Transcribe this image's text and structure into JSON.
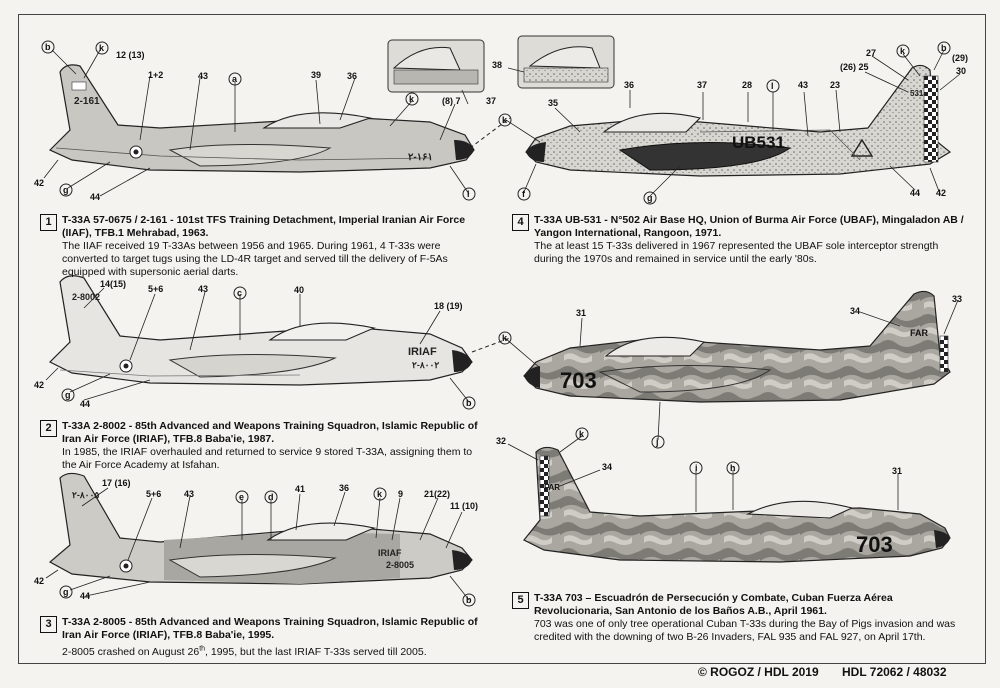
{
  "captions": [
    {
      "num": "1",
      "title": "T-33A 57-0675 / 2-161 - 101st TFS Training Detachment, Imperial Iranian Air Force (IIAF), TFB.1 Mehrabad, 1963.",
      "body": "The IIAF received 19 T-33As between 1956 and 1965. During 1961, 4 T-33s were converted to target tugs using the LD-4R target and served till the delivery of F-5As equipped with supersonic aerial darts."
    },
    {
      "num": "2",
      "title": "T-33A 2-8002 - 85th Advanced and Weapons Training Squadron, Islamic Republic of Iran Air Force (IRIAF), TFB.8 Baba'ie, 1987.",
      "body": "In 1985, the IRIAF overhauled and returned to service 9 stored T-33A, assigning them to the Air Force Academy at Isfahan."
    },
    {
      "num": "3",
      "title": "T-33A 2-8005 - 85th Advanced and Weapons Training Squadron, Islamic Republic of Iran Air Force (IRIAF), TFB.8 Baba'ie, 1995.",
      "body_pre": "2-8005 crashed on August 26",
      "body_sup": "th",
      "body_post": ", 1995, but the last IRIAF T-33s served till 2005."
    },
    {
      "num": "4",
      "title": "T-33A UB-531 - N°502 Air Base HQ, Union of Burma Air Force (UBAF), Mingaladon AB / Yangon International, Rangoon, 1971.",
      "body": "The at least 15 T-33s delivered in 1967 represented the UBAF sole interceptor strength during the 1970s and remained in service until the early '80s."
    },
    {
      "num": "5",
      "title": "T-33A 703 – Escuadrón de Persecución y Combate, Cuban Fuerza Aérea Revolucionaria, San Antonio de los Baños A.B., April 1961.",
      "body": "703 was one of only tree operational Cuban T-33s during the Bay of Pigs invasion and was credited with the downing of two B-26 Invaders, FAL 935 and FAL 927, on April 17th."
    }
  ],
  "footer": {
    "copyright": "© ROGOZ / HDL 2019",
    "code": "HDL 72062 / 48032"
  },
  "markings": {
    "p1_tail": "2-161",
    "p1_nose": "۲-۱۶۱",
    "p2_tail": "2-8002",
    "p2_nose1": "IRIAF",
    "p2_nose2": "۲-۸۰۰۲",
    "p3_tail": "۲-۸۰۰۵",
    "p3_nose1": "IRIAF",
    "p3_nose2": "2-8005",
    "p4_fuse": "UB531",
    "p4_tail": "531",
    "p5a_nose": "703",
    "p5a_tail": "FAR",
    "p5b_nose": "703",
    "p5b_tail": "FAR"
  },
  "callouts": {
    "p1": [
      "b",
      "k",
      "12 (13)",
      "1+2",
      "43",
      "a",
      "39",
      "36",
      "k",
      "(8) 7",
      "42",
      "g",
      "44",
      "l"
    ],
    "p2": [
      "14(15)",
      "5+6",
      "43",
      "c",
      "40",
      "18 (19)",
      "42",
      "g",
      "44",
      "b"
    ],
    "p3": [
      "17 (16)",
      "5+6",
      "43",
      "e",
      "d",
      "41",
      "36",
      "k",
      "9",
      "21(22)",
      "11 (10)",
      "42",
      "g",
      "44",
      "b"
    ],
    "p4": [
      "38",
      "36",
      "37",
      "37",
      "28",
      "l",
      "43",
      "23",
      "27",
      "k",
      "b",
      "(29)",
      "(26) 25",
      "30",
      "35",
      "k",
      "f",
      "g",
      "44",
      "42"
    ],
    "p5a": [
      "k",
      "31",
      "34",
      "33",
      "j"
    ],
    "p5b": [
      "32",
      "k",
      "34",
      "i",
      "h",
      "31"
    ]
  }
}
